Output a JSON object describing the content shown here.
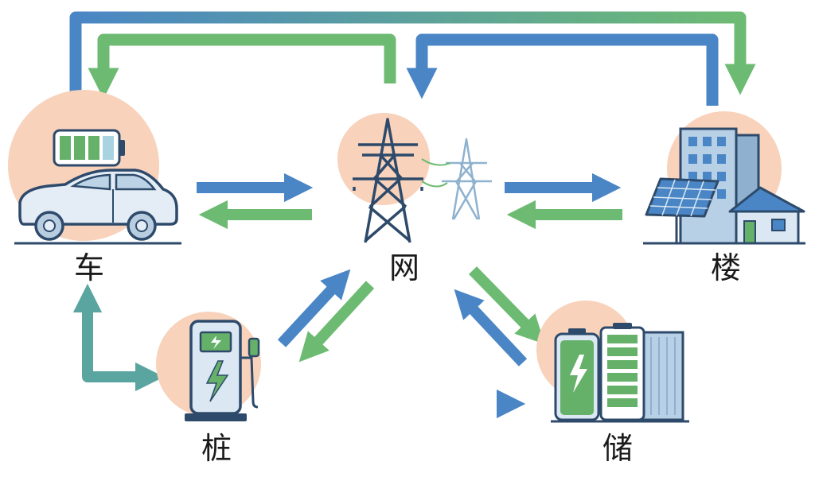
{
  "nodes": {
    "car": {
      "label": "车"
    },
    "grid": {
      "label": "网"
    },
    "building": {
      "label": "楼"
    },
    "charger": {
      "label": "桩"
    },
    "storage": {
      "label": "储"
    }
  },
  "colors": {
    "blue": "#4a86c5",
    "green": "#6dbb73",
    "halo": "#f8d2bb",
    "outline": "#2e4a6b",
    "fill_light": "#e4edf5",
    "battery_green": "#65b169"
  }
}
